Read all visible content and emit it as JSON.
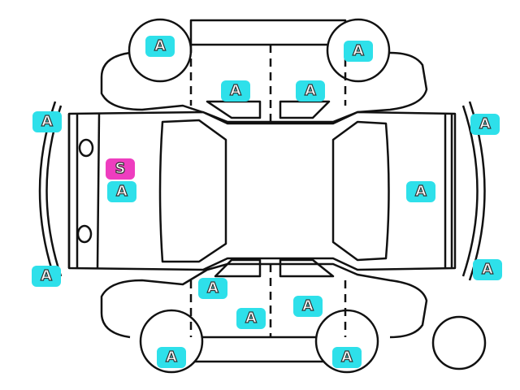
{
  "colors": {
    "grade_a": "#2ee0ea",
    "grade_s": "#ee3dbf",
    "outline": "#111111"
  },
  "marks": [
    {
      "label": "A",
      "grade": "a"
    },
    {
      "label": "A",
      "grade": "a"
    },
    {
      "label": "A",
      "grade": "a"
    },
    {
      "label": "A",
      "grade": "a"
    },
    {
      "label": "A",
      "grade": "a"
    },
    {
      "label": "A",
      "grade": "a"
    },
    {
      "label": "A",
      "grade": "a"
    },
    {
      "label": "S",
      "grade": "s"
    },
    {
      "label": "A",
      "grade": "a"
    },
    {
      "label": "A",
      "grade": "a"
    },
    {
      "label": "A",
      "grade": "a"
    },
    {
      "label": "A",
      "grade": "a"
    },
    {
      "label": "A",
      "grade": "a"
    },
    {
      "label": "A",
      "grade": "a"
    },
    {
      "label": "A",
      "grade": "a"
    },
    {
      "label": "A",
      "grade": "a"
    }
  ]
}
